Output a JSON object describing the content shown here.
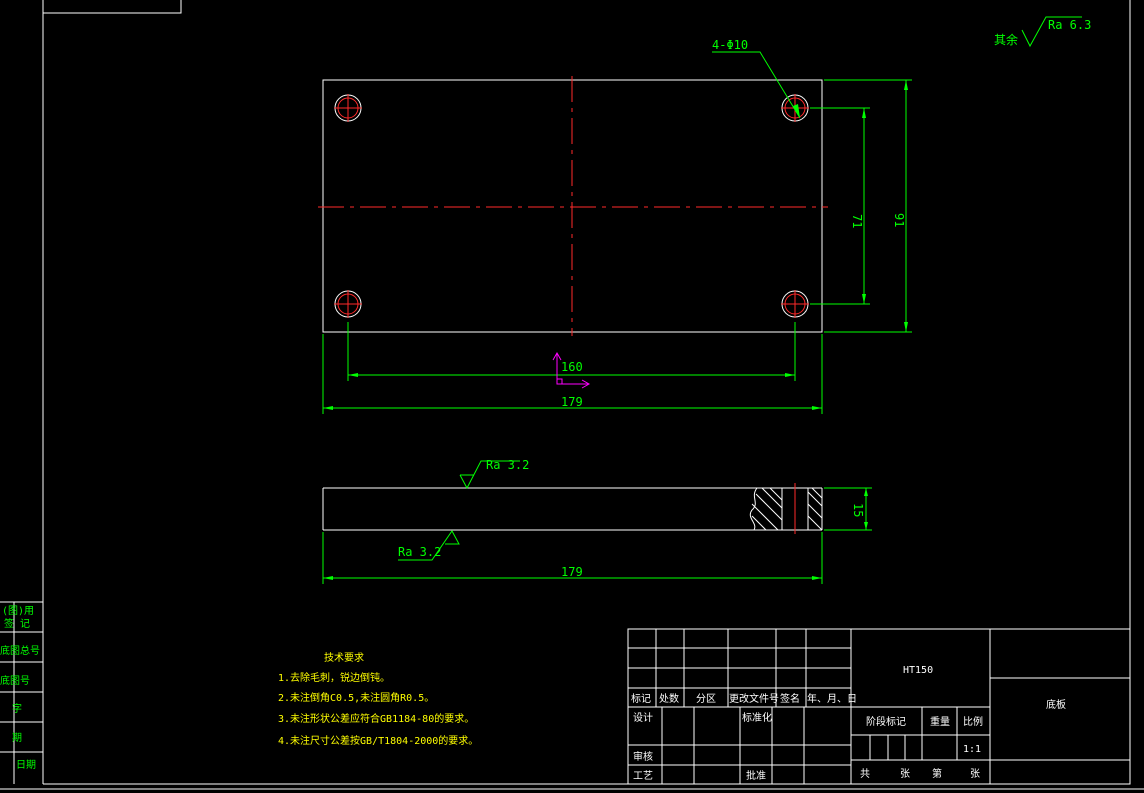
{
  "colors": {
    "background": "#000000",
    "outline": "#ffffff",
    "dimension": "#00ff00",
    "centerline": "#ff2a2a",
    "ucs": "#ff00ff",
    "notes": "#ffff00"
  },
  "drawing": {
    "top_view": {
      "hole_callout": "4-Φ10",
      "dim_width_holes": "160",
      "dim_width_total": "179",
      "dim_height_holes": "71",
      "dim_height_total": "91"
    },
    "front_view": {
      "dim_thickness": "15",
      "dim_width_total": "179",
      "roughness_top": "Ra 3.2",
      "roughness_bottom": "Ra 3.2"
    },
    "roughness_general_prefix": "其余",
    "roughness_general": "Ra 6.3"
  },
  "tech_requirements": {
    "title": "技术要求",
    "items": [
      "1.去除毛刺，锐边倒钝。",
      "2.未注倒角C0.5,未注圆角R0.5。",
      "3.未注形状公差应符合GB1184-80的要求。",
      "4.未注尺寸公差按GB/T1804-2000的要求。"
    ]
  },
  "title_block": {
    "material": "HT150",
    "part_name": "底板",
    "hdr_mark": "标记",
    "hdr_count": "处数",
    "hdr_zone": "分区",
    "hdr_doc": "更改文件号",
    "hdr_sign": "签名",
    "hdr_date": "年、月、日",
    "design": "设计",
    "standard": "标准化",
    "review": "审核",
    "process": "工艺",
    "approve": "批准",
    "stage_mark": "阶段标记",
    "weight": "重量",
    "scale": "比例",
    "sheet_total": "共",
    "sheet_unit1": "张",
    "sheet_no": "第",
    "sheet_unit2": "张",
    "scale_value": "1:1"
  },
  "side_strip": {
    "labels": [
      "(图)用",
      "签 记",
      "底图总号",
      "底图号",
      "字",
      "期",
      "日期"
    ]
  }
}
